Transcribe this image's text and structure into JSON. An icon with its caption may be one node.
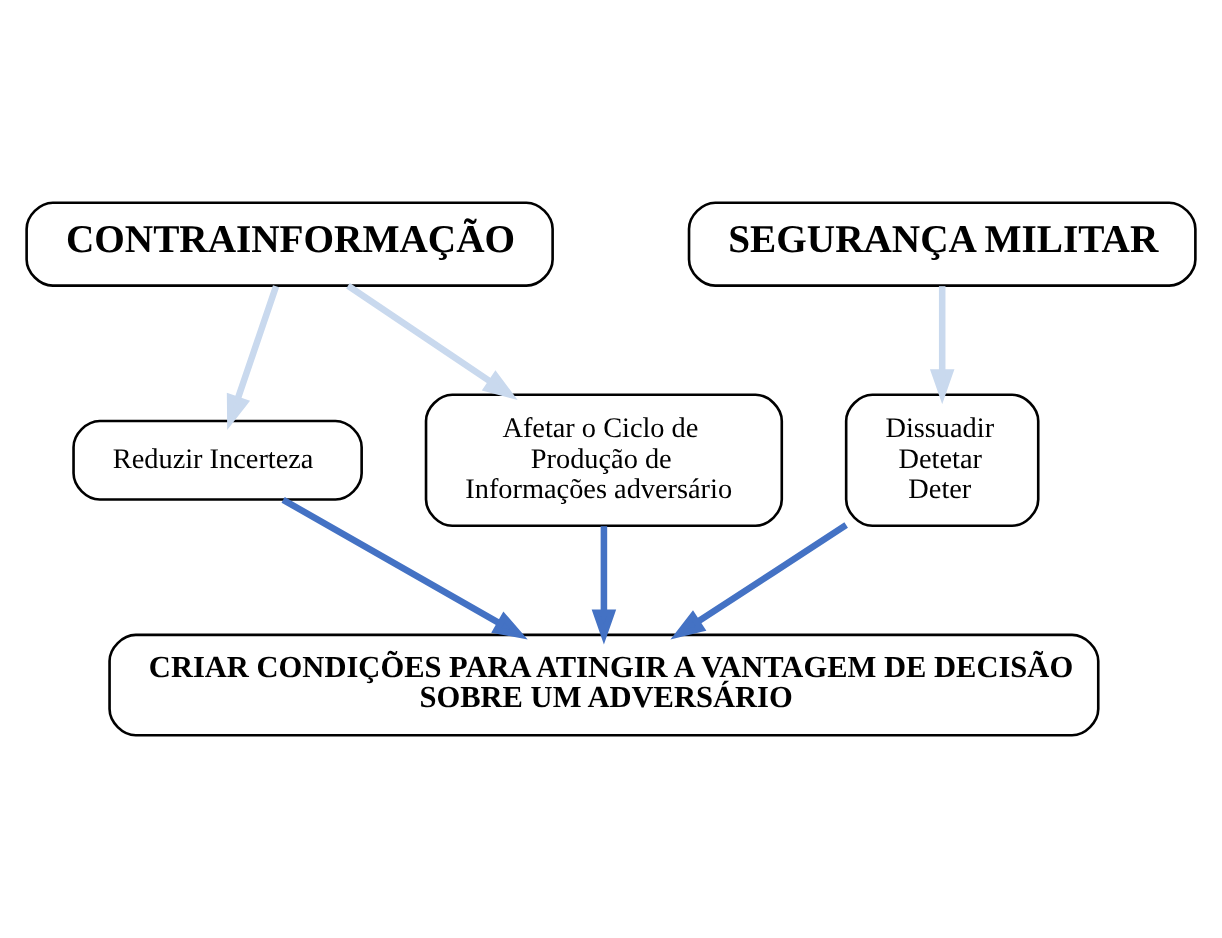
{
  "diagram": {
    "nodes": [
      {
        "text": [
          "CONTRAINFORMAÇÃO"
        ]
      },
      {
        "text": [
          "SEGURANÇA MILITAR"
        ]
      },
      {
        "text": [
          "Reduzir Incerteza"
        ]
      },
      {
        "text": [
          "Afetar o Ciclo de Produção de Informações adversário"
        ]
      },
      {
        "text": [
          "Dissuadir Detetar Deter"
        ]
      },
      {
        "text": [
          "CRIAR CONDIÇÕES PARA ATINGIR A VANTAGEM DE DECISÃO SOBRE UM ADVERSÁRIO"
        ]
      }
    ],
    "edges": [
      {
        "from": 0,
        "to": 2,
        "arrow": "to",
        "color": "#c9d9ee"
      },
      {
        "from": 0,
        "to": 3,
        "arrow": "to",
        "color": "#c9d9ee"
      },
      {
        "from": 1,
        "to": 4,
        "arrow": "to",
        "color": "#c9d9ee"
      },
      {
        "from": 2,
        "to": 5,
        "arrow": "to",
        "color": "#4472c4"
      },
      {
        "from": 3,
        "to": 5,
        "arrow": "to",
        "color": "#4472c4"
      },
      {
        "from": 4,
        "to": 5,
        "arrow": "to",
        "color": "#4472c4"
      }
    ]
  }
}
